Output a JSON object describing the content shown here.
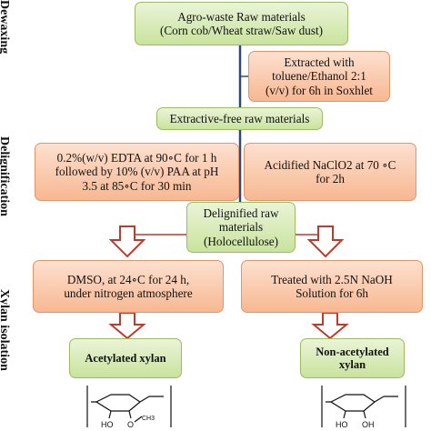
{
  "side_labels": {
    "dewaxing": "Dewaxing",
    "delignification": "Delignification",
    "xylan_isolation": "Xylan isolation"
  },
  "boxes": {
    "raw": [
      "Agro-waste Raw materials",
      "(Corn cob/Wheat straw/Saw dust)"
    ],
    "extracted": [
      "Extracted with",
      "toluene/Ethanol 2:1",
      "(v/v) for 6h in Soxhlet"
    ],
    "extractive_free": "Extractive-free raw materials",
    "edta": [
      "0.2%(w/v) EDTA at 90∘C for 1 h",
      "followed by 10% (v/v) PAA at pH",
      "3.5 at 85∘C for 30 min"
    ],
    "naclo2": [
      "Acidified NaClO2 at 70 ∘C",
      "for 2h"
    ],
    "delignified": [
      "Delignified raw",
      "materials",
      "(Holocellulose)"
    ],
    "dmso": [
      "DMSO, at 24∘C for 24 h,",
      "under nitrogen atmosphere"
    ],
    "naoh": [
      "Treated with 2.5N NaOH",
      "Solution for 6h"
    ],
    "acetylated": "Acetylated xylan",
    "non_acetylated": [
      "Non-acetylated",
      "xylan"
    ]
  },
  "structure_labels": {
    "left_ho": "HO",
    "left_o": "O",
    "left_methyl": "CH3",
    "right_ho": "HO",
    "right_oh": "OH"
  },
  "colors": {
    "green_box": "#c9e39d",
    "orange_box": "#f7b892",
    "arrow_outline": "#c0392b",
    "connector": "#2f4a7a"
  }
}
